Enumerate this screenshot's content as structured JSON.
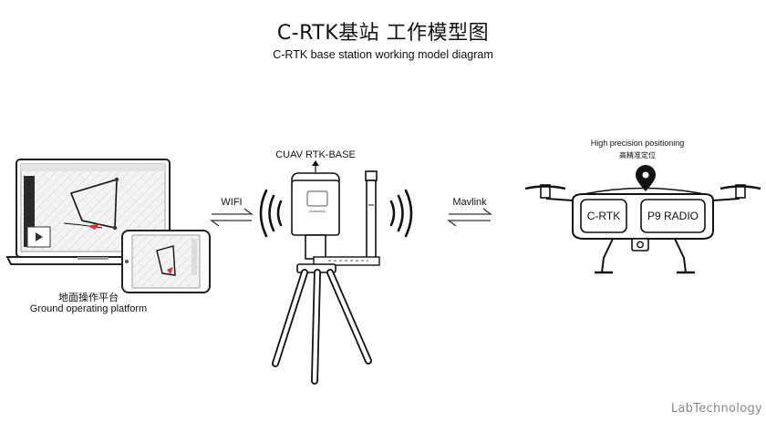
{
  "title": {
    "zh": "C-RTK基站 工作模型图",
    "en": "C-RTK base station working model diagram"
  },
  "ground": {
    "label_zh": "地面操作平台",
    "label_en": "Ground operating platform"
  },
  "link_left": {
    "label": "WIFI"
  },
  "base": {
    "label": "CUAV RTK-BASE"
  },
  "link_right": {
    "label": "Mavlink"
  },
  "drone": {
    "heading_en": "High precision positioning",
    "heading_zh": "高精准定位",
    "module_1": "C-RTK",
    "module_2": "P9 RADIO"
  },
  "watermark": "LabTechnology",
  "icons": [
    "laptop-icon",
    "tablet-icon",
    "tripod-icon",
    "antenna-icon",
    "wireless-signal-icon",
    "quadcopter-icon",
    "location-pin-icon",
    "camera-icon",
    "bidirectional-arrow-icon"
  ]
}
